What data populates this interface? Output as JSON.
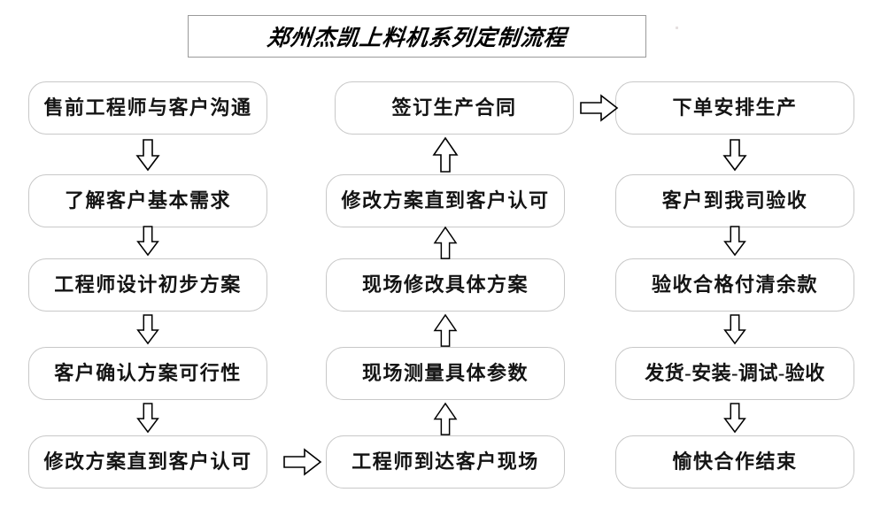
{
  "title": {
    "text": "郑州杰凯上料机系列定制流程"
  },
  "colors": {
    "node_border": "#c8c8c8",
    "title_border": "#9a9a9a",
    "text": "#141414",
    "arrow_stroke": "#000000",
    "background": "#ffffff"
  },
  "columns": [
    {
      "id": "left",
      "name": "pre-sales-column",
      "nodes": [
        {
          "id": "l1",
          "label": "售前工程师与客户沟通"
        },
        {
          "id": "l2",
          "label": "了解客户基本需求"
        },
        {
          "id": "l3",
          "label": "工程师设计初步方案"
        },
        {
          "id": "l4",
          "label": "客户确认方案可行性"
        },
        {
          "id": "l5",
          "label": "修改方案直到客户认可"
        }
      ]
    },
    {
      "id": "middle",
      "name": "on-site-column",
      "nodes": [
        {
          "id": "m1",
          "label": "签订生产合同"
        },
        {
          "id": "m2",
          "label": "修改方案直到客户认可"
        },
        {
          "id": "m3",
          "label": "现场修改具体方案"
        },
        {
          "id": "m4",
          "label": "现场测量具体参数"
        },
        {
          "id": "m5",
          "label": "工程师到达客户现场"
        }
      ]
    },
    {
      "id": "right",
      "name": "production-column",
      "nodes": [
        {
          "id": "r1",
          "label": "下单安排生产"
        },
        {
          "id": "r2",
          "label": "客户到我司验收"
        },
        {
          "id": "r3",
          "label": "验收合格付清余款"
        },
        {
          "id": "r4",
          "label": "发货-安装-调试-验收"
        },
        {
          "id": "r5",
          "label": "愉快合作结束"
        }
      ]
    }
  ],
  "arrows": {
    "down": [
      {
        "name": "arrow-l1-to-l2"
      },
      {
        "name": "arrow-l2-to-l3"
      },
      {
        "name": "arrow-l3-to-l4"
      },
      {
        "name": "arrow-l4-to-l5"
      },
      {
        "name": "arrow-r1-to-r2"
      },
      {
        "name": "arrow-r2-to-r3"
      },
      {
        "name": "arrow-r3-to-r4"
      },
      {
        "name": "arrow-r4-to-r5"
      }
    ],
    "up": [
      {
        "name": "arrow-m2-to-m1"
      },
      {
        "name": "arrow-m3-to-m2"
      },
      {
        "name": "arrow-m4-to-m3"
      },
      {
        "name": "arrow-m5-to-m4"
      }
    ],
    "right": [
      {
        "name": "arrow-l5-to-m5"
      },
      {
        "name": "arrow-m1-to-r1"
      }
    ]
  }
}
